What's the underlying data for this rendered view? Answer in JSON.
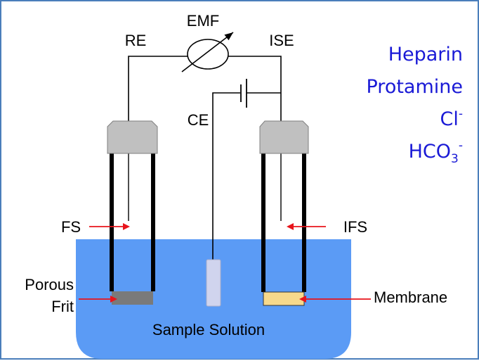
{
  "labels": {
    "emf": "EMF",
    "re": "RE",
    "ise": "ISE",
    "ce": "CE",
    "fs": "FS",
    "ifs": "IFS",
    "porous": "Porous",
    "frit": "Frit",
    "membrane": "Membrane",
    "sample_solution": "Sample Solution"
  },
  "analytes": {
    "heparin": "Heparin",
    "protamine": "Protamine",
    "chloride_base": "Cl",
    "chloride_charge": "-",
    "bicarbonate_base": "HCO",
    "bicarbonate_sub": "3",
    "bicarbonate_charge": "-"
  },
  "colors": {
    "solution": "#5b9bf5",
    "cap": "#c0c0c0",
    "frit": "#7a7a7a",
    "membrane": "#f7d98c",
    "counter_electrode": "#d0d4ee",
    "arrow": "#e8141b",
    "analyte_text": "#1a1ad6",
    "border": "#4a7ebb"
  }
}
